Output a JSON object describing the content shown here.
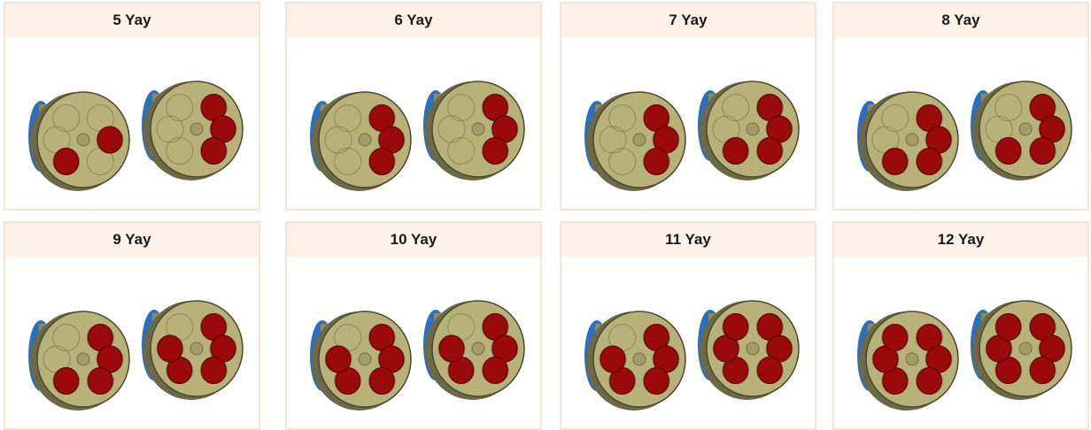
{
  "cards": [
    {
      "label": "5 Yay",
      "left_holes": [
        3,
        1
      ],
      "right_holes": [
        0,
        1,
        2
      ]
    },
    {
      "label": "6 Yay",
      "left_holes": [
        0,
        1,
        2
      ],
      "right_holes": [
        0,
        1,
        2
      ]
    },
    {
      "label": "7 Yay",
      "left_holes": [
        0,
        1,
        2
      ],
      "right_holes": [
        0,
        1,
        2,
        3
      ]
    },
    {
      "label": "8 Yay",
      "left_holes": [
        0,
        1,
        2,
        3
      ],
      "right_holes": [
        0,
        1,
        2,
        3
      ]
    },
    {
      "label": "9 Yay",
      "left_holes": [
        0,
        1,
        2,
        3
      ],
      "right_holes": [
        0,
        1,
        2,
        3,
        4
      ]
    },
    {
      "label": "10 Yay",
      "left_holes": [
        0,
        1,
        2,
        3,
        4
      ],
      "right_holes": [
        0,
        1,
        2,
        3,
        4
      ]
    },
    {
      "label": "11 Yay",
      "left_holes": [
        0,
        1,
        2,
        3,
        4
      ],
      "right_holes": [
        0,
        1,
        2,
        3,
        4,
        5
      ]
    },
    {
      "label": "12 Yay",
      "left_holes": [
        0,
        1,
        2,
        3,
        4,
        5
      ],
      "right_holes": [
        0,
        1,
        2,
        3,
        4,
        5
      ]
    }
  ],
  "colors": {
    "header_bg": "#fdf1e8",
    "border": "#f6e4d7",
    "drum_face": "#b8b27a",
    "drum_rim": "#6c6a46",
    "mount_blue": "#2a6fc0",
    "spring_red": "#9a0a0a"
  },
  "icons": {
    "part": "spring-drum-icon"
  }
}
